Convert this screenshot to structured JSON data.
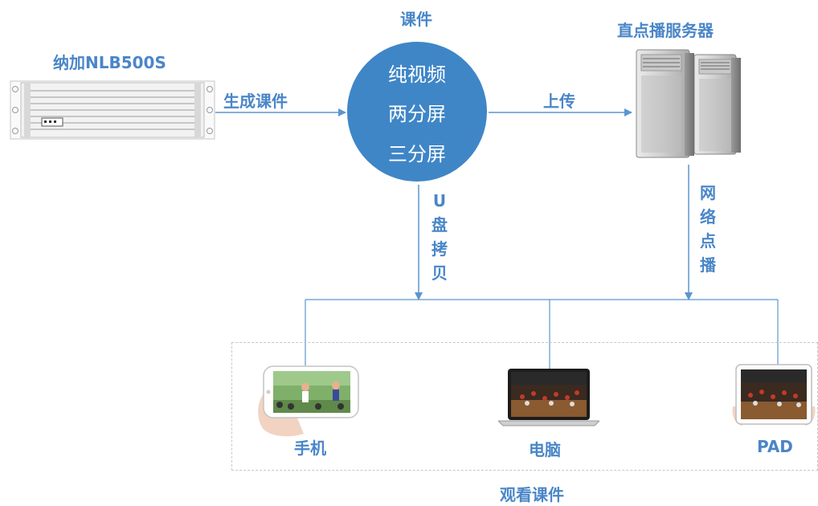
{
  "encoder": {
    "title": "纳加NLB500S"
  },
  "edge_generate": {
    "label": "生成课件"
  },
  "courseware": {
    "title": "课件",
    "formats": [
      "纯视频",
      "两分屏",
      "三分屏"
    ]
  },
  "edge_upload": {
    "label": "上传"
  },
  "server": {
    "title": "直点播服务器"
  },
  "edge_usb": {
    "label": "U盘拷贝"
  },
  "edge_network": {
    "label": "网络点播"
  },
  "devices": [
    {
      "label": "手机"
    },
    {
      "label": "电脑"
    },
    {
      "label": "PAD"
    }
  ],
  "viewing": {
    "label": "观看课件"
  },
  "colors": {
    "accent": "#4a86c8",
    "circle": "#3f86c7",
    "line": "#5b95d0"
  }
}
